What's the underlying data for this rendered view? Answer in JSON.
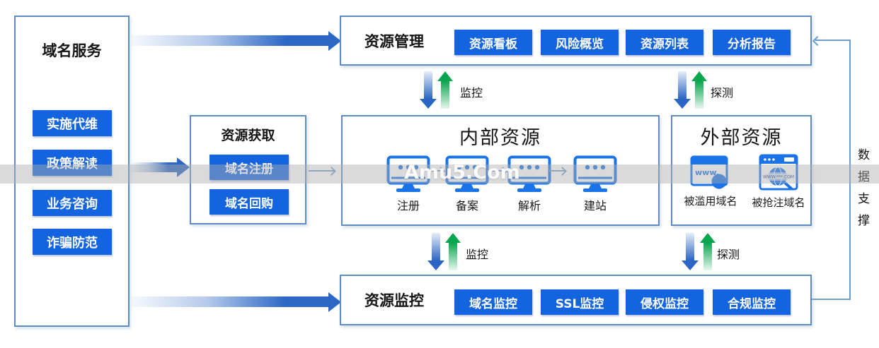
{
  "watermark": {
    "text": "Amu5.Com"
  },
  "panels": {
    "domain_service": {
      "title": "域名服务",
      "items": [
        "实施代维",
        "政策解读",
        "业务咨询",
        "诈骗防范"
      ]
    },
    "resource_mgmt": {
      "title": "资源管理",
      "items": [
        "资源看板",
        "风险概览",
        "资源列表",
        "分析报告"
      ]
    },
    "resource_acquire": {
      "title": "资源获取",
      "items": [
        "域名注册",
        "域名回购"
      ]
    },
    "internal_res": {
      "title": "内部资源",
      "items": [
        "注册",
        "备案",
        "解析",
        "建站"
      ]
    },
    "external_res": {
      "title": "外部资源",
      "items": [
        "被滥用域名",
        "被抢注域名"
      ],
      "icon_captions": [
        "www.",
        "WWW.***.COM"
      ]
    },
    "resource_monitor": {
      "title": "资源监控",
      "items": [
        "域名监控",
        "SSL监控",
        "侵权监控",
        "合规监控"
      ]
    }
  },
  "flow": {
    "monitor_top": "监控",
    "detect_top": "探测",
    "monitor_bottom": "监控",
    "detect_bottom": "探测",
    "data_support": "数据支撑"
  },
  "colors": {
    "button_blue": "#1464e0",
    "box_border_blue": "#5e8cc2",
    "icon_blue": "#1a73e8",
    "arrow_blue": "#2c67c5",
    "arrow_green": "#0aa64f"
  }
}
